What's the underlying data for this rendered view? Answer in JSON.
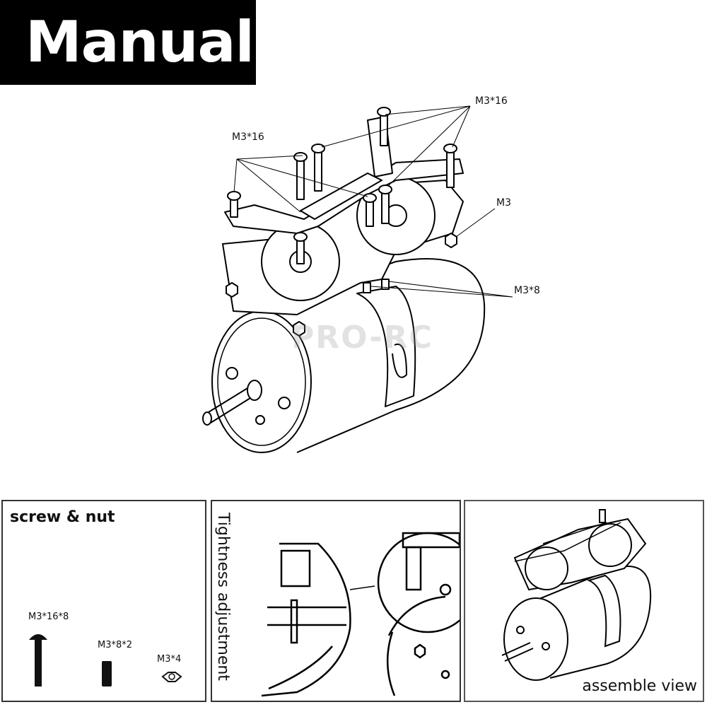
{
  "header": {
    "title": "Manual"
  },
  "main_diagram": {
    "callouts": {
      "top_right": "M3*16",
      "top_left": "M3*16",
      "nut": "M3",
      "set_screws": "M3*8"
    },
    "watermark": "PRO-RC"
  },
  "panels": {
    "screw_nut": {
      "title": "screw & nut",
      "items": [
        {
          "label": "M3*16*8",
          "icon": "button-head-screw-icon"
        },
        {
          "label": "M3*8*2",
          "icon": "set-screw-icon"
        },
        {
          "label": "M3*4",
          "icon": "hex-nut-icon"
        }
      ]
    },
    "tightness": {
      "caption": "Tightness adjustment"
    },
    "assemble": {
      "caption": "assemble view"
    }
  }
}
